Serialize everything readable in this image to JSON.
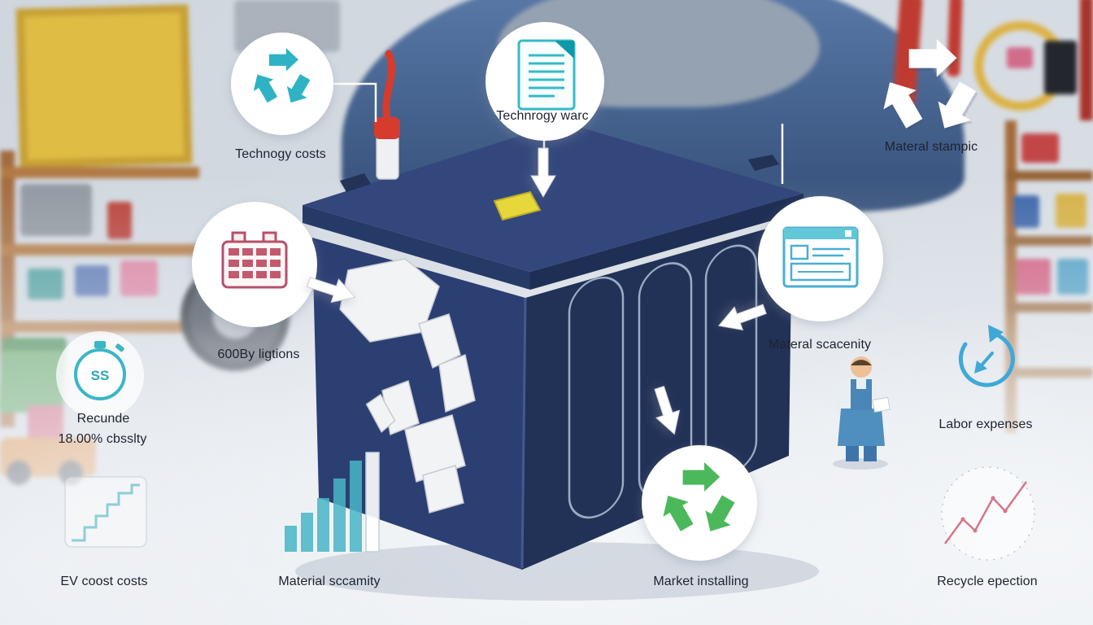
{
  "labels": {
    "technology_costs": "Technogy costs",
    "technology_ward": "Technrogy warc",
    "material_stampic": "Materal stampic",
    "battery_ligtions": "600By ligtions",
    "material_scacenity": "Materal scacenity",
    "recunde": "Recunde",
    "recunde_sub": "18.00% cbsslty",
    "labor_expenses": "Labor expenses",
    "ev_cost_costs": "EV coost costs",
    "material_sccamity": "Material sccamity",
    "market_installing": "Market installing",
    "recycle_epection": "Recycle epection",
    "stopwatch_text": "SS"
  },
  "icons": {
    "technology_costs": "recycle-arrows-teal",
    "technology_ward": "document-lines",
    "material_stampic": "recycle-arrows-white",
    "battery_ligtions": "battery-grid",
    "material_scacenity": "browser-window",
    "recunde": "stopwatch",
    "labor_expenses": "circular-arrow",
    "ev_cost_costs": "step-line-chart",
    "material_sccamity": "bar-chart",
    "market_installing": "recycle-arrows-green",
    "recycle_epection": "trend-line-chart"
  },
  "colors": {
    "teal": "#2fb3c4",
    "green": "#4cb85c",
    "battery_navy": "#2b3c6e",
    "terminal_red": "#d53c2e",
    "icon_red": "#b5506b",
    "icon_blue": "#49aed6",
    "trend_pink": "#cf5f78",
    "lid_yellow": "#e6d83a",
    "white": "#ffffff"
  }
}
